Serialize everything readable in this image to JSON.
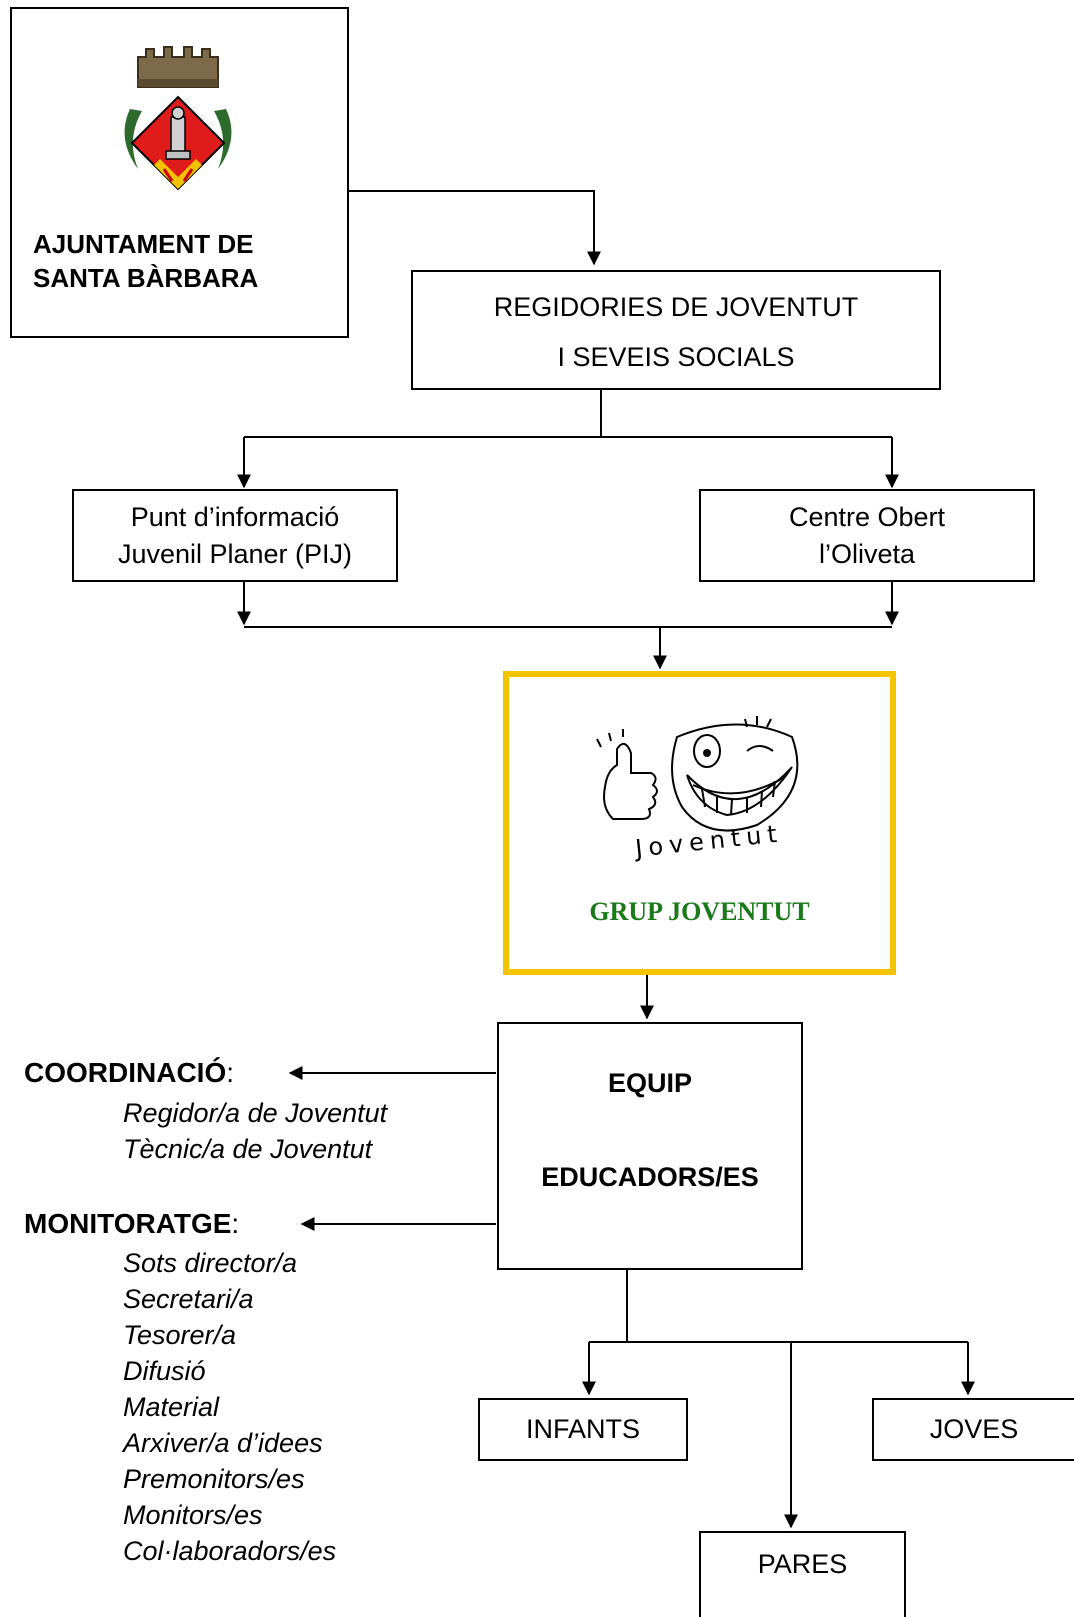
{
  "ajuntament": {
    "name_line1": "AJUNTAMENT DE",
    "name_line2": "SANTA BÀRBARA",
    "emblem_icon": "coat-of-arms-icon"
  },
  "regidories": {
    "line1": "REGIDORIES DE JOVENTUT",
    "line2": "I SEVEIS SOCIALS"
  },
  "pij": {
    "line1": "Punt d’informació",
    "line2": "Juvenil Planer (PIJ)"
  },
  "centre": {
    "line1": "Centre Obert",
    "line2": "l’Oliveta"
  },
  "grup": {
    "logo_icon": "winking-smiley-thumbs-up-icon",
    "logo_text": "Joventut",
    "title": "GRUP JOVENTUT",
    "border_color": "#f5c400",
    "title_color": "#1a7a1a"
  },
  "equip": {
    "line1": "EQUIP",
    "line2": "EDUCADORS/ES"
  },
  "coordinacio": {
    "heading": "COORDINACIÓ",
    "colon": ":",
    "roles": [
      "Regidor/a de Joventut",
      "Tècnic/a de Joventut"
    ]
  },
  "monitoratge": {
    "heading": "MONITORATGE",
    "colon": ":",
    "roles": [
      "Sots director/a",
      "Secretari/a",
      "Tesorer/a",
      "Difusió",
      "Material",
      "Arxiver/a d’idees",
      "Premonitors/es",
      "Monitors/es",
      "Col·laboradors/es"
    ]
  },
  "infants": "INFANTS",
  "joves": "JOVES",
  "pares": "PARES"
}
